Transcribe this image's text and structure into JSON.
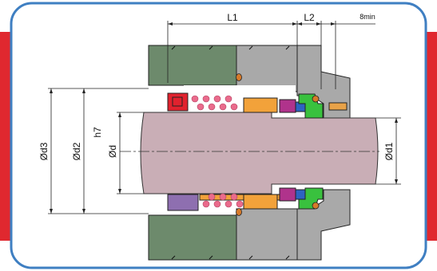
{
  "colors": {
    "frame_border": "#3f7fc2",
    "frame_fill": "#ffffff",
    "side_bar": "#e0282f",
    "housing_green": "#6d8a6c",
    "housing_gray": "#a9a9a9",
    "shaft": "#c9aeb6",
    "sleeve_orange": "#f2a23a",
    "red_ring": "#e1222e",
    "purple_ring": "#8e6fb0",
    "green_ring": "#39c13e",
    "blue_ring": "#2d64c2",
    "magenta_ring": "#b0338c"
  },
  "labels": {
    "L1": "L1",
    "L2": "L2",
    "min8": "8min",
    "d3": "Ød3",
    "d2": "Ød2",
    "h7": "h7",
    "d": "Ød",
    "d1": "Ød1"
  }
}
